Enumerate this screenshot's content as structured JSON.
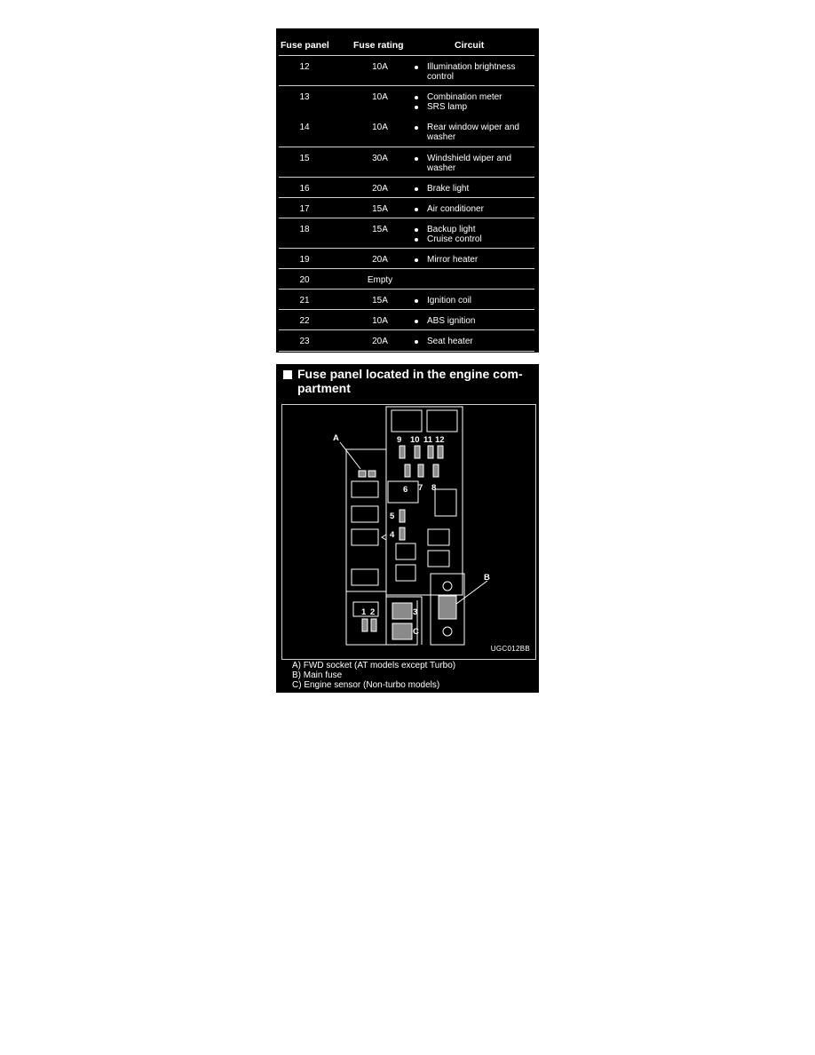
{
  "fuse_table": {
    "headers": {
      "panel": "Fuse panel",
      "rating": "Fuse rating",
      "circuit": "Circuit"
    },
    "rows": [
      {
        "panel": "12",
        "rating": "10A",
        "circuits": [
          "Illumination brightness\ncontrol"
        ],
        "sep": true
      },
      {
        "panel": "13",
        "rating": "10A",
        "circuits": [
          "Combination meter",
          "SRS lamp"
        ],
        "sep": false
      },
      {
        "panel": "14",
        "rating": "10A",
        "circuits": [
          "Rear window wiper and\nwasher"
        ],
        "sep": true
      },
      {
        "panel": "15",
        "rating": "30A",
        "circuits": [
          "Windshield wiper and\nwasher"
        ],
        "sep": true
      },
      {
        "panel": "16",
        "rating": "20A",
        "circuits": [
          "Brake light"
        ],
        "sep": true
      },
      {
        "panel": "17",
        "rating": "15A",
        "circuits": [
          "Air conditioner"
        ],
        "sep": true
      },
      {
        "panel": "18",
        "rating": "15A",
        "circuits": [
          "Backup light",
          "Cruise control"
        ],
        "sep": true
      },
      {
        "panel": "19",
        "rating": "20A",
        "circuits": [
          "Mirror heater"
        ],
        "sep": true
      },
      {
        "panel": "20",
        "rating": "Empty",
        "circuits": [],
        "sep": true
      },
      {
        "panel": "21",
        "rating": "15A",
        "circuits": [
          "Ignition coil"
        ],
        "sep": true
      },
      {
        "panel": "22",
        "rating": "10A",
        "circuits": [
          "ABS ignition"
        ],
        "sep": true
      },
      {
        "panel": "23",
        "rating": "20A",
        "circuits": [
          "Seat heater"
        ],
        "sep": true
      }
    ]
  },
  "engine_panel": {
    "title": "Fuse panel located in the engine com-\npartment",
    "diagram_code": "UGC012BB",
    "callouts": {
      "a": "A",
      "b": "B",
      "c": "C"
    },
    "fuse_numbers": [
      "1",
      "2",
      "3",
      "4",
      "5",
      "6",
      "7",
      "8",
      "9",
      "10",
      "11",
      "12"
    ],
    "legend": [
      "A)  FWD socket (AT models except Turbo)",
      "B)  Main fuse",
      "C)  Engine sensor (Non-turbo models)"
    ]
  }
}
